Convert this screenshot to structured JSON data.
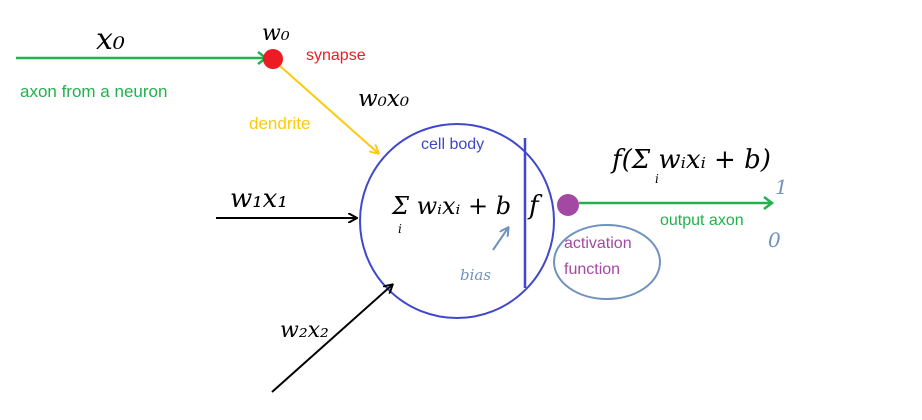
{
  "labels": {
    "x0": "x₀",
    "w0": "w₀",
    "synapse": "synapse",
    "axon_from_neuron": "axon from a neuron",
    "w0x0": "w₀x₀",
    "dendrite": "dendrite",
    "cell_body": "cell body",
    "w1x1": "w₁x₁",
    "sum_expr": "Σ wᵢxᵢ + b",
    "sum_index": "i",
    "f": "f",
    "bias": "bias",
    "w2x2": "w₂x₂",
    "output_expr": "f(Σ wᵢxᵢ + b)",
    "output_index": "i",
    "output_axon": "output axon",
    "activation_function_line1": "activation",
    "activation_function_line2": "function",
    "out_one": "1",
    "out_zero": "0"
  },
  "colors": {
    "axon_green": "#22b14c",
    "synapse_red": "#ed1c24",
    "dendrite_yellow": "#ffc90e",
    "cell_blue": "#3f48cc",
    "activation_purple": "#a349a4",
    "bias_steel": "#7092be",
    "ink": "#000000"
  }
}
